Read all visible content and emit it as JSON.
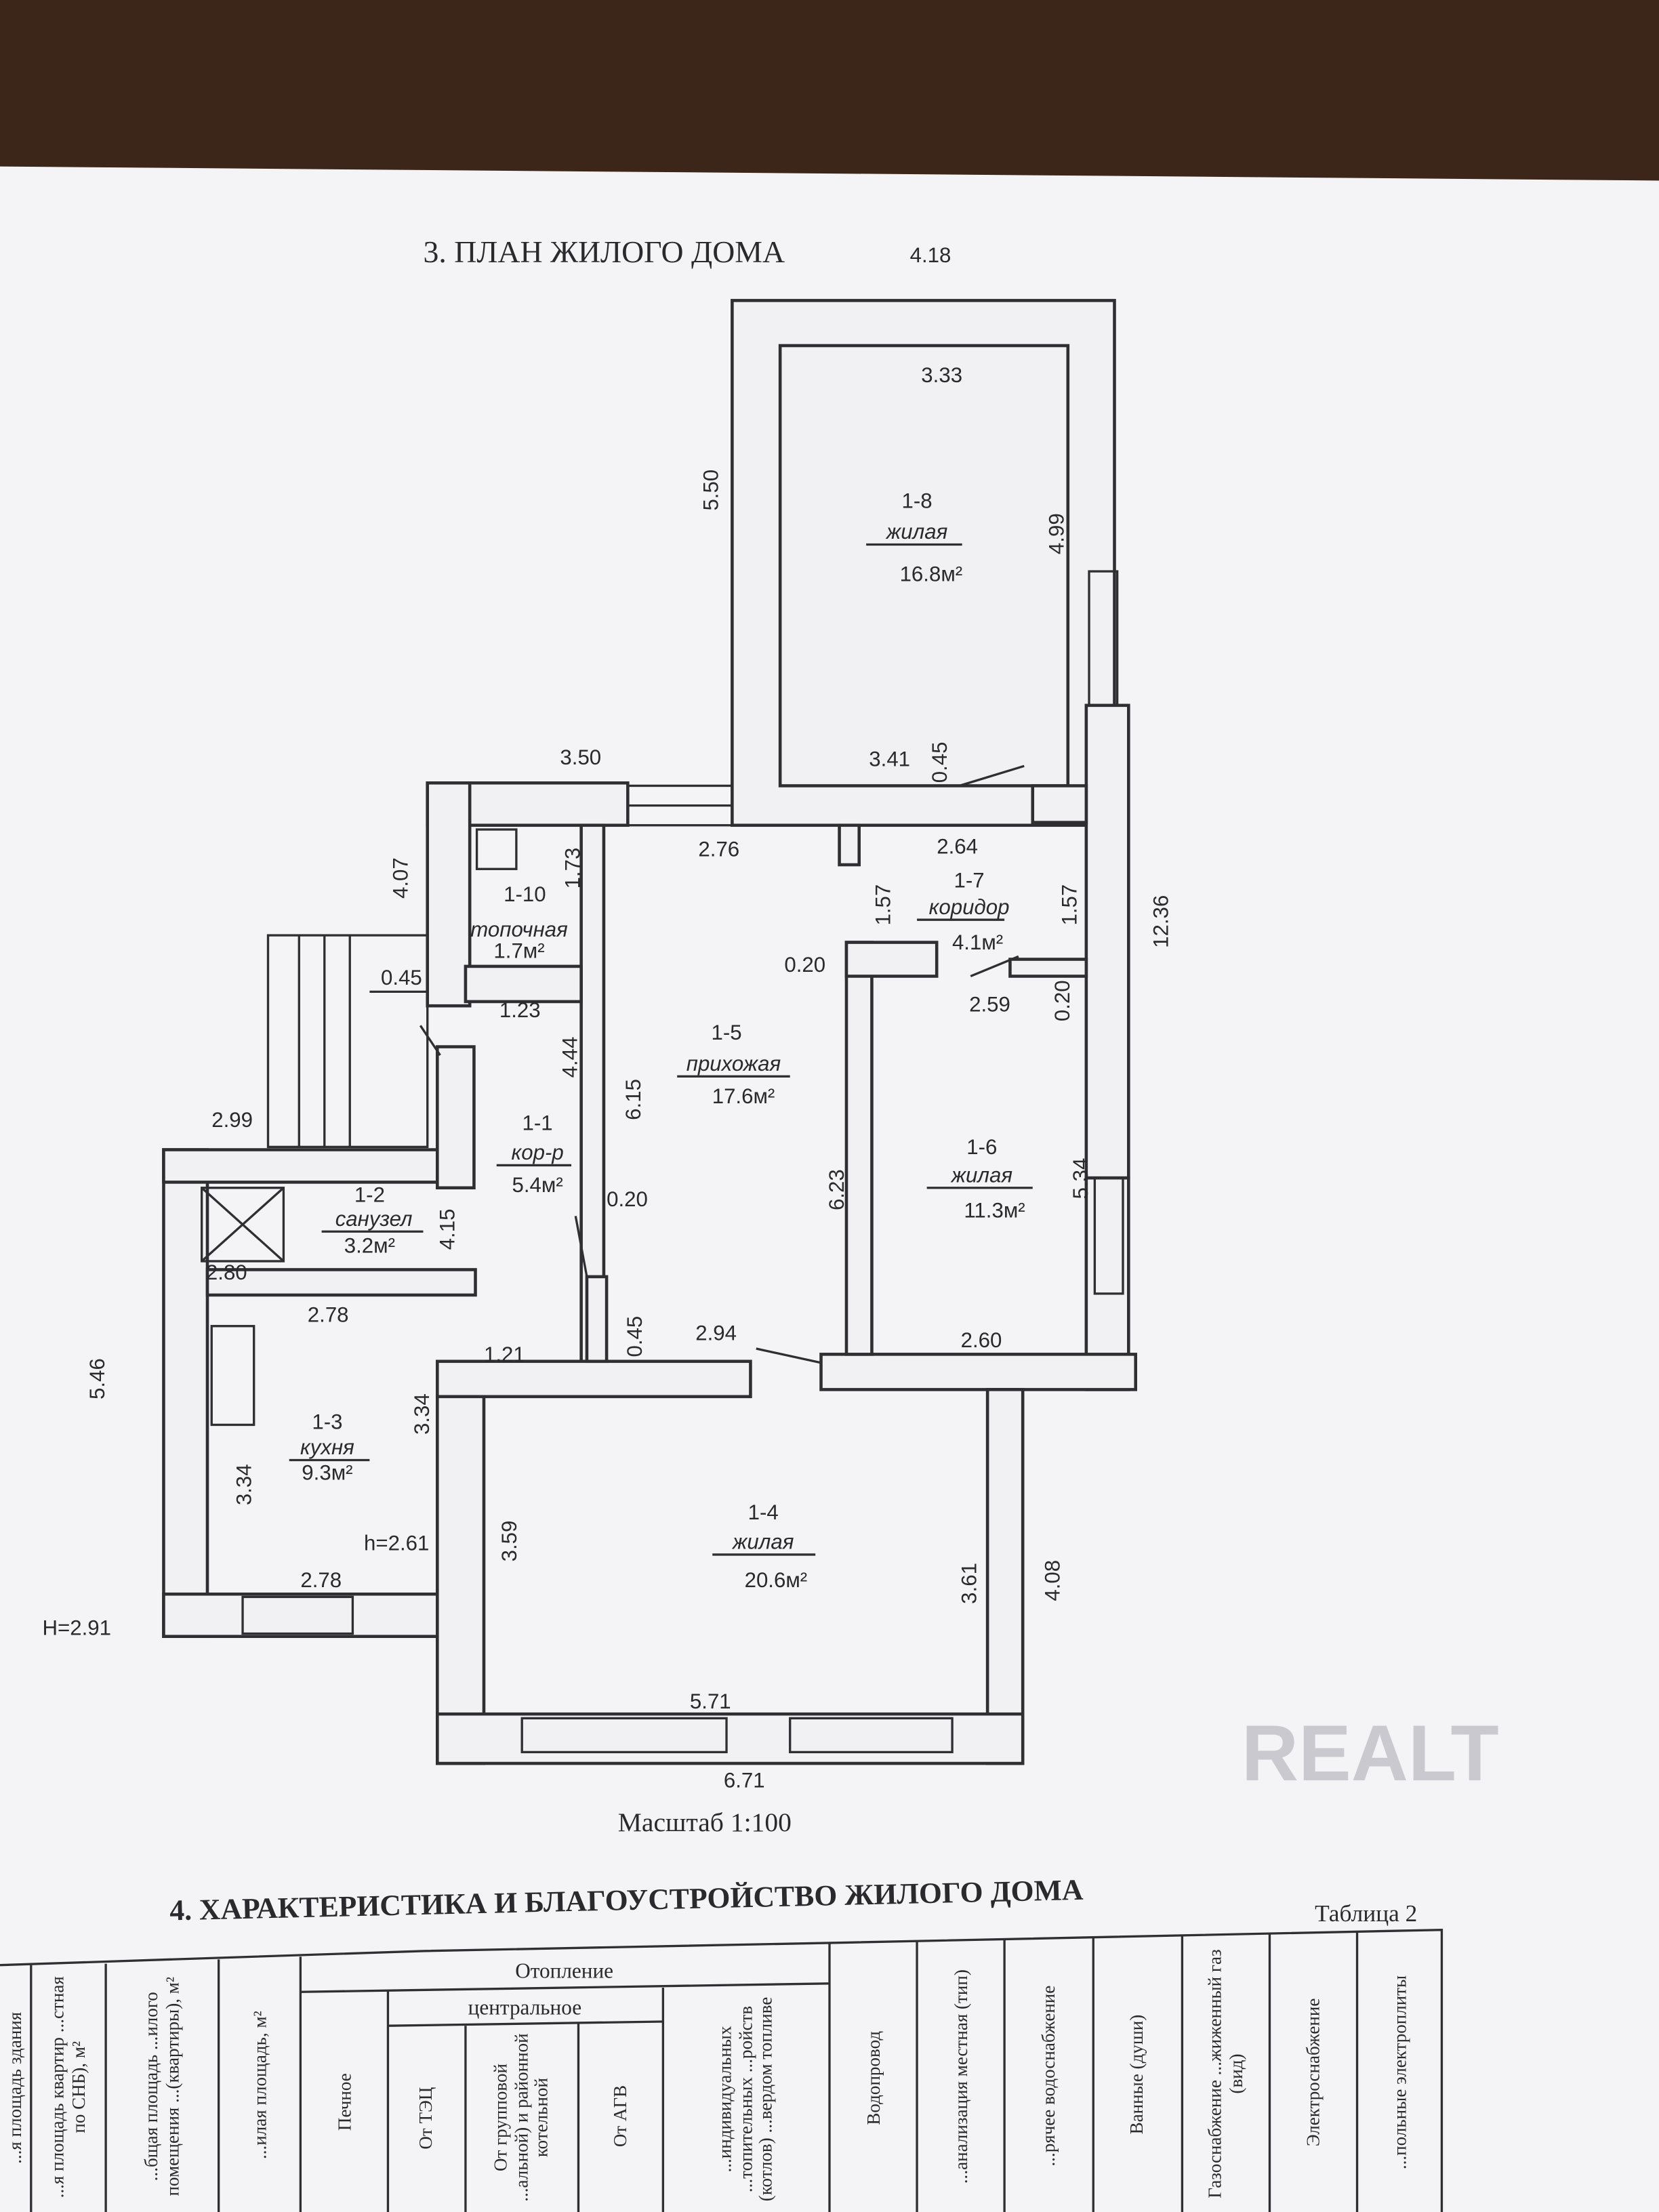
{
  "plan_title": "3. ПЛАН ЖИЛОГО ДОМА",
  "dims": [
    "4.18",
    "3.33",
    "5.50",
    "4.99",
    "3.50",
    "3.41",
    "0.45",
    "2.76",
    "2.64",
    "4.07",
    "1.73",
    "1.57",
    "1.57",
    "12.36",
    "0.45",
    "0.20",
    "1.23",
    "2.59",
    "0.20",
    "4.44",
    "6.15",
    "2.99",
    "0.20",
    "6.23",
    "5.34",
    "4.15",
    "2.80",
    "2.78",
    "0.45",
    "2.94",
    "2.60",
    "1.21",
    "5.46",
    "3.34",
    "3.34",
    "3.59",
    "3.61",
    "h=2.61",
    "4.08",
    "2.78",
    "H=2.91",
    "5.71",
    "6.71"
  ],
  "rooms": [
    {
      "num": "1-8",
      "name": "жилая",
      "area": "16.8м²"
    },
    {
      "num": "1-7",
      "name": "коридор",
      "area": "4.1м²"
    },
    {
      "num": "1-5",
      "name": "прихожая",
      "area": "17.6м²"
    },
    {
      "num": "1-6",
      "name": "жилая",
      "area": "11.3м²"
    },
    {
      "num": "1-1",
      "name": "кор-р",
      "area": "5.4м²"
    },
    {
      "num": "1-2",
      "name": "санузел",
      "area": "3.2м²"
    },
    {
      "num": "1-3",
      "name": "кухня",
      "area": "9.3м²"
    },
    {
      "num": "1-4",
      "name": "жилая",
      "area": "20.6м²"
    },
    {
      "num": "1-10",
      "name": "топочная",
      "area": "1.7м²"
    }
  ],
  "scale": "Масштаб  1:100",
  "section4_title": "4. ХАРАКТЕРИСТИКА И БЛАГОУСТРОЙСТВО ЖИЛОГО ДОМА",
  "table_label": "Таблица 2",
  "table": {
    "group_heating": "Отопление",
    "group_central": "центральное",
    "columns": [
      "...я площадь здания",
      "...я площадь квартир ...стная по СНБ), м²",
      "...бщая площадь ...илого помещения ...(квартиры), м²",
      "...илая площадь, м²",
      "Печное",
      "От ТЭЦ",
      "От групповой ...альной) и районной котельной",
      "От АГВ",
      "...индивидуальных ...топительных ...ройств (котлов) ...вердом топливе",
      "Водопровод",
      "...анализация местная (тип)",
      "...рячее водоснабжение",
      "Ванные (души)",
      "Газоснабжение ...жиженный газ (вид)",
      "Электроснабжение",
      "...польные электроплиты"
    ]
  },
  "watermark": "REALT"
}
